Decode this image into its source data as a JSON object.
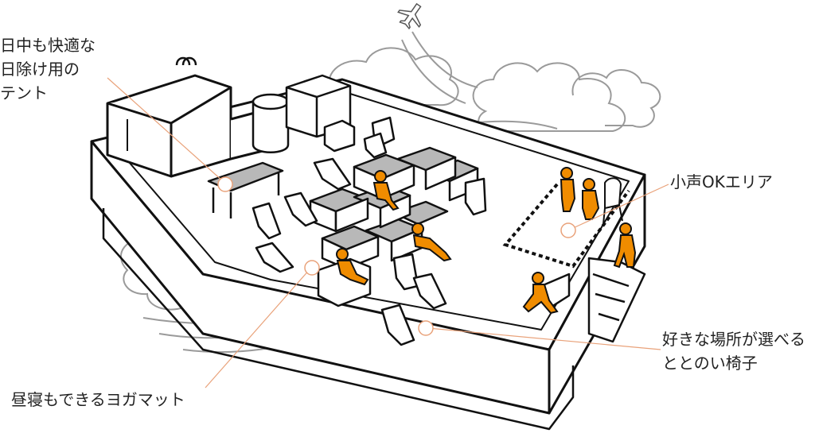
{
  "colors": {
    "accent": "#f08c00",
    "leader": "#e9a27a",
    "outline": "#111111",
    "cloud": "#9a9a9a",
    "gray_fill": "#b8b8b8",
    "text": "#222222"
  },
  "labels": {
    "tent": [
      "日中も快適な",
      "日除け用の",
      "テント"
    ],
    "quiet_area": "小声OKエリア",
    "chairs": [
      "好きな場所が選べる",
      "ととのい椅子"
    ],
    "yoga_mat": "昼寝もできるヨガマット"
  },
  "icons": [
    "airplane-icon",
    "cloud-icon",
    "person-icon",
    "chair-icon",
    "yoga-mat-icon",
    "water-tank-icon"
  ]
}
